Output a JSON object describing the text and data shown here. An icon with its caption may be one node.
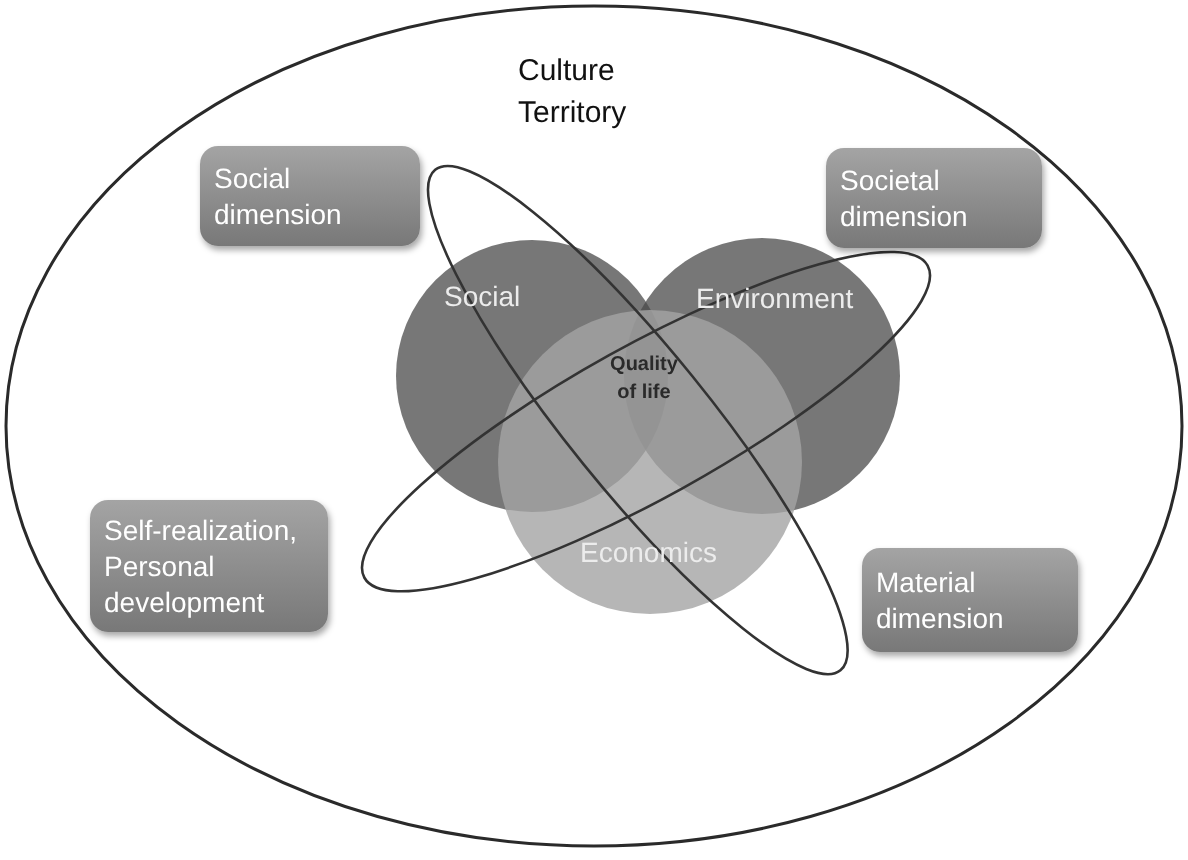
{
  "diagram": {
    "nodes": [
      {
        "text": [
          "Culture Territory"
        ]
      },
      {
        "text": [
          "Social dimension"
        ],
        "in": 0
      },
      {
        "text": [
          "Societal dimension"
        ],
        "in": 0
      },
      {
        "text": [
          "Social"
        ],
        "in": 0
      },
      {
        "text": [
          "Environment"
        ],
        "in": 0
      },
      {
        "text": [
          "Economics"
        ],
        "in": 0
      },
      {
        "text": [
          "Self-realization, Personal development"
        ],
        "in": 0
      },
      {
        "text": [
          "Material dimension"
        ],
        "in": 0
      }
    ],
    "labels": [
      "Quality of life"
    ]
  }
}
